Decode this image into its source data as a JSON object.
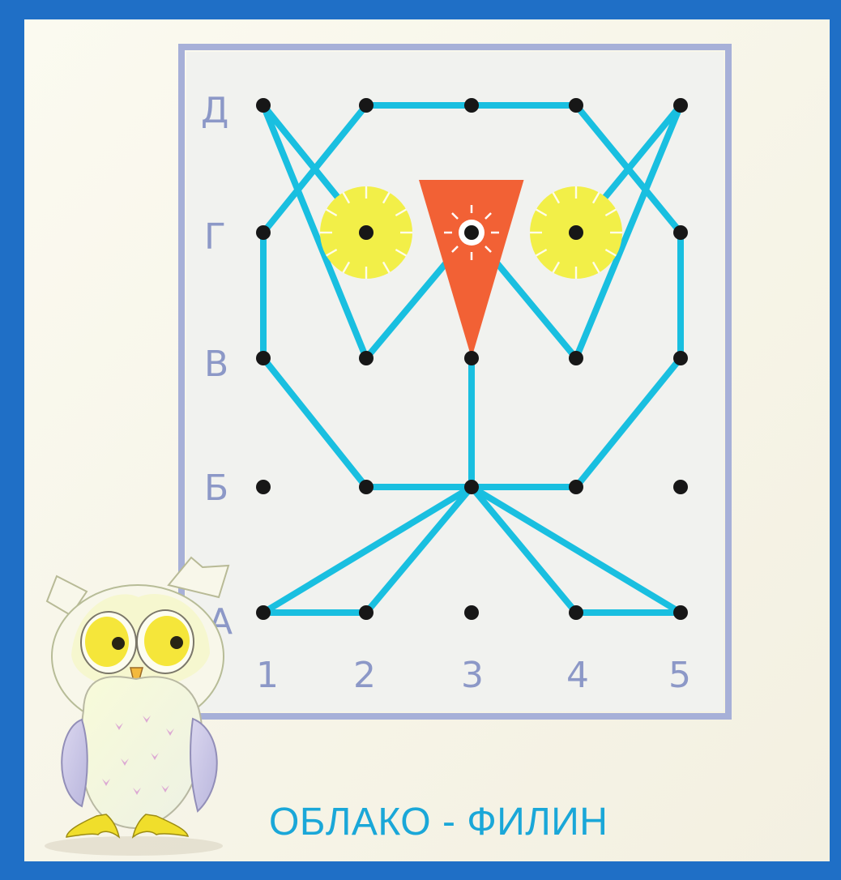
{
  "title": "ОБЛАКО - ФИЛИН",
  "rows": [
    "А",
    "Б",
    "В",
    "Г",
    "Д"
  ],
  "columns": [
    "1",
    "2",
    "3",
    "4",
    "5"
  ],
  "colors": {
    "frame": "#1f6fc6",
    "paper": "#f6f4e9",
    "board": "#f1f2ef",
    "border": "#a7b0d8",
    "thread": "#19bfe0",
    "peg": "#171717",
    "eye": "#f2ef48",
    "beak": "#f26135"
  },
  "pegs": [
    "А1",
    "А2",
    "А3",
    "А4",
    "А5",
    "Б1",
    "Б2",
    "Б3",
    "Б4",
    "Б5",
    "В1",
    "В2",
    "В3",
    "В4",
    "В5",
    "Г1",
    "Г2",
    "Г3",
    "Г4",
    "Г5",
    "Д1",
    "Д2",
    "Д3",
    "Д4",
    "Д5"
  ],
  "threads": [
    [
      "Д2",
      "Д4"
    ],
    [
      "Д4",
      "Г5"
    ],
    [
      "Г5",
      "В5"
    ],
    [
      "В5",
      "Б4"
    ],
    [
      "Б4",
      "Б2"
    ],
    [
      "Б2",
      "В1"
    ],
    [
      "В1",
      "Г1"
    ],
    [
      "Г1",
      "Д2"
    ],
    [
      "Д1",
      "Г2"
    ],
    [
      "Д1",
      "В2"
    ],
    [
      "В2",
      "Г3"
    ],
    [
      "Д5",
      "Г4"
    ],
    [
      "Д5",
      "В4"
    ],
    [
      "В4",
      "Г3"
    ],
    [
      "В3",
      "Б3"
    ],
    [
      "Б3",
      "А1"
    ],
    [
      "Б3",
      "А2"
    ],
    [
      "Б3",
      "А4"
    ],
    [
      "Б3",
      "А5"
    ],
    [
      "А1",
      "А2"
    ],
    [
      "А4",
      "А5"
    ]
  ],
  "eyes": [
    "Г2",
    "Г4"
  ],
  "beak": {
    "points": [
      "Д2.5",
      "Д3.5",
      "В3"
    ],
    "center": "Г3"
  },
  "icons": {
    "owl": "owl-illustration",
    "grid": "pegboard-grid"
  }
}
